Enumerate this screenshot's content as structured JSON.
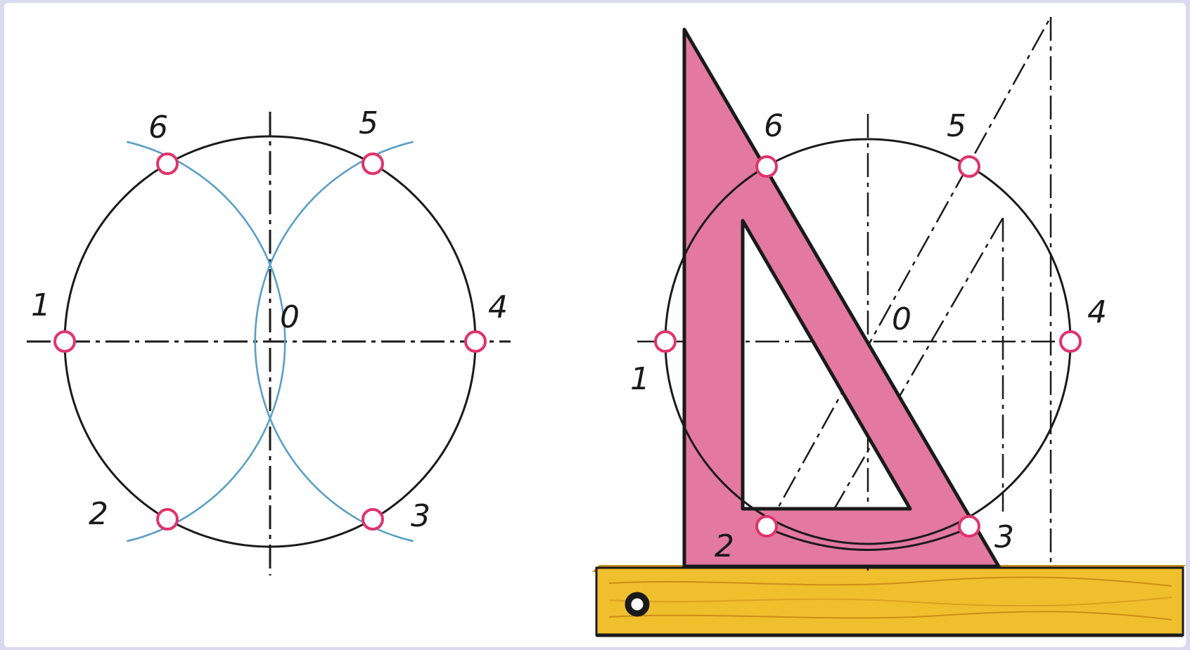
{
  "figure_left": {
    "point_labels": {
      "p1": "1",
      "p2": "2",
      "p3": "3",
      "p4": "4",
      "p5": "5",
      "p6": "6"
    },
    "center_label": "0"
  },
  "figure_right": {
    "point_labels": {
      "p1": "1",
      "p2": "2",
      "p3": "3",
      "p4": "4",
      "p5": "5",
      "p6": "6"
    },
    "center_label": "0"
  },
  "colors": {
    "circle_stroke": "#1a1a1a",
    "arc_blue": "#5a9fc4",
    "marker_ring": "#e0336b",
    "set_square_fill": "#e3799f",
    "ruler_fill": "#f0bf2e",
    "ruler_grain": "#c98e16",
    "frame_border": "#d9d9ef"
  },
  "icons": {
    "ruler_hole": "ruler-hole-icon"
  }
}
